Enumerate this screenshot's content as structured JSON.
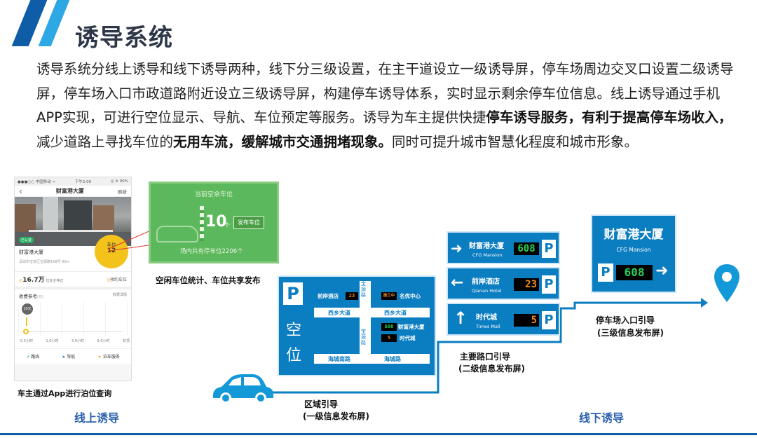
{
  "header": {
    "title": "诱导系统"
  },
  "paragraph": {
    "p1": "诱导系统分线上诱导和线下诱导两种，线下分三级设置，在主干道设立一级诱导屏，停车场周边交叉口设置二级诱导屏，停车场入口市政道路附近设立三级诱导屏，构建停车诱导体系，实时显示剩余停车位信息。线上诱导通过手机APP实现，可进行空位显示、导航、车位预定等服务。诱导为车主提供快捷",
    "b1": "停车诱导服务，有利于提高停车场收入，",
    "p2": "减少道路上寻找车位的",
    "b2": "无用车流，缓解城市交通拥堵现象。",
    "p3": "同时可提升城市智慧化程度和城市形象。"
  },
  "phone": {
    "carrier": "●●●○○ 中国移动 ≈",
    "time": "下午2:00",
    "battery": "◎ ✈ 90%",
    "back": "‹",
    "title": "财富港大厦",
    "refresh": "刷新",
    "badge": "已认证",
    "yellow_label": "车位",
    "yellow_value": "12",
    "place_name": "财富港大厦",
    "address": "深圳市宝安区宝源路168号  90m",
    "stat_value": "16.7万",
    "stat_label": "位车主停过",
    "reserve_label": "预约车位",
    "fee_label": "收费参考",
    "fee_unit": "(元)",
    "fee_rule": "收费详情",
    "bubble": "10元",
    "ticks": [
      "0.5小时",
      "1.0小时",
      "3.0小时",
      "5.0小时",
      "封顶"
    ],
    "nav": [
      "路线",
      "导航",
      "泊车服务"
    ]
  },
  "caption_phone": "车主通过App进行泊位查询",
  "green_panel": {
    "title": "当前空余车位",
    "count": "10",
    "unit": "个",
    "button": "发布车位",
    "footer": "场内共有停车位2206个"
  },
  "caption_green": "空闲车位统计、车位共享发布",
  "level1_sign": {
    "p": "P",
    "vert": [
      "空",
      "位"
    ],
    "rows": [
      {
        "name": "前岸酒店",
        "num": "23"
      },
      {
        "name": "名优中心",
        "num": "施工中"
      }
    ],
    "road_v": "宝源路",
    "road_h1": "西乡大道",
    "road_h2": "西乡大道",
    "right_items": [
      {
        "num": "608",
        "name": "财富港大厦"
      },
      {
        "num": "5",
        "name": "时代城"
      }
    ],
    "road_bottom1": "海城南路",
    "road_bottom2": "海城路"
  },
  "level2_sign": [
    {
      "arrow": "➜",
      "cn": "财富港大厦",
      "en": "CFG Mansion",
      "num": "608",
      "p": "P"
    },
    {
      "arrow": "←",
      "cn": "前岸酒店",
      "en": "Qianan Hotel",
      "num": "23",
      "p": "P"
    },
    {
      "arrow": "↑",
      "cn": "时代城",
      "en": "Times Mall",
      "num": "5",
      "p": "P"
    }
  ],
  "level3_sign": {
    "cn": "财富港大厦",
    "en": "CFG Mansion",
    "p": "P",
    "num": "608",
    "arrow": "➜"
  },
  "labels": {
    "l1a": "区域引导",
    "l1b": "(一级信息发布屏)",
    "l2a": "主要路口引导",
    "l2b": "(二级信息发布屏)",
    "l3a": "停车场入口引导",
    "l3b": "(三级信息发布屏)",
    "online": "线上诱导",
    "offline": "线下诱导"
  },
  "colors": {
    "brand_blue": "#0f5da6",
    "light_blue": "#2ea8e5",
    "sign_blue": "#0b7dc1",
    "green": "#5cb85c"
  }
}
